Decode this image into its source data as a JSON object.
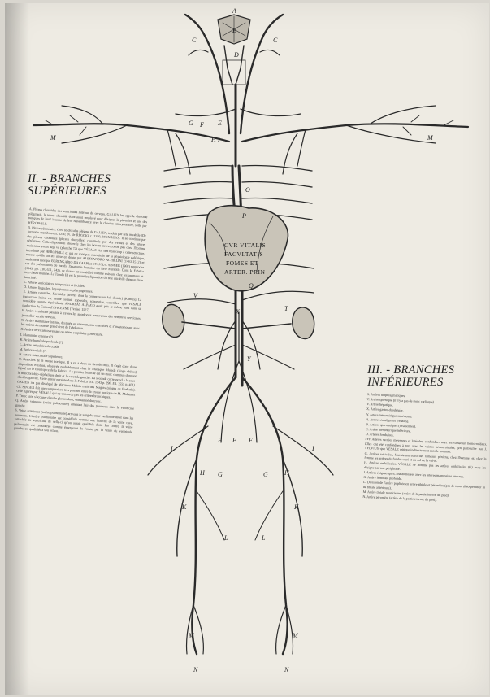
{
  "figure": {
    "heart_inscription": [
      "CVR VITALIS",
      "FACVLTATIS",
      "FOMES ET",
      "ARTER. PRIN"
    ],
    "labels": {
      "top_a": "A",
      "top_b": "B",
      "neck_c_left": "C",
      "neck_c_right": "C",
      "neck_d": "D",
      "arm_m_left": "M",
      "arm_m_right": "M",
      "e": "E",
      "f": "F",
      "g": "G",
      "h": "H",
      "i": "I",
      "o": "O",
      "p": "P",
      "q": "Q",
      "x": "X",
      "v": "V",
      "t": "T",
      "y": "Y",
      "h_left": "H",
      "h_right": "H",
      "g_left": "G",
      "g_right": "G",
      "f_left": "F",
      "f_mid": "F",
      "f_right": "F",
      "i_left": "I",
      "i_right": "I",
      "k_left": "K",
      "k_right": "K",
      "l_left": "L",
      "l_right": "L",
      "m_leg_left": "M",
      "m_leg_right": "M",
      "n_left": "N",
      "n_right": "N"
    }
  },
  "section_superior": {
    "heading": "II. - BRANCHES SUPÉRIEURES",
    "paragraphs": [
      "A. Plexus choroïdes des ventricules latéraux du cerveau. GALIEN les appelle choroïde plégmatis, le terme choroïde étant aussi employé pour désigner la pie-mère et une des tuniques de l'œil à cause de leur ressemblance avec le chorion embryonnaire, sorte par HÉROPHILE.",
      "B. Plexus réticulaire. C'est le dictulus plégma de GALIEN, traduit par rete mirabile (De formatio membrorum, 1250, N. de REGGIO c. 1350, MONDINO). Il se continue par des plexus choroïdes (plexus choroïdes) constitués par des veines et des artères cérébrales. Cette disposition observée chez les bovins ne rencontre pas chez l'homme mais nous avons déjà vu (planche 72) que VÉSALE s'en sert beaucoup à cette structure, introduite par HÉROPHILE et qui ne sont pas essentielle de la physiologie galénique, encore qu'elle ait été mise en doute par ALESSANDRO ACHILLINI (1463-1512) et seulement niée par BERENGARIO DA CARPI et SYLVIUS. SINGER (1968) rapproche sur des préparations de bœufs, l'anatomie humaine du Rete Mirabile. Dans la Fabrica (1543, pp. 310, 631, 642), ce réseau est considéré comme existant chez les animaux et non chez l'homme. La Tabula III est la première figuration du rete mirabile dans un livre imprimé.",
      "C. Artères auriculaires, temporales et faciales.",
      "D. Artères linguales, laryngiennes et pharyngiennes.",
      "E. Artères carotides. Karotides (artères dont la compression fait dormir) (Karotis). La traduction latine est venae somni, soporales, soporariae, carotides, que VÉSALE considère comme équivalents. ANDREAS ALPAGO avait pris le même parti dans sa traduction du Canon d'AVICENNE (Venise, 1527).",
      "F. Artère vertébrale passant à travers les apophyses transverses des vertèbres cervicales pour aller vers le cerveau.",
      "G. Artère mammaire interne, destinée au sternum, aux mamelles et s'anastomosant avec les artères du muscle grand droit de l'abdomen.",
      "H. Artère cervicale traversant ou artère scapulaire postérieure.",
      "I. Mammaire externe (?).",
      "K. Artère humérale profonde (?)",
      "L. Artère articulaire du coude.",
      "M. Artère radiale (?)",
      "N. Artère intercostale supérieure.",
      "O. Branches de la crosse aortique. Il y en a deux au lieu de trois. Il s'agit donc d'une disposition existant, observée probablement chez le Macaque Malada (singe rhésus) figuré sur le frontispice de la Fabrica. Le premier branche est un tronc commun donnant le tronc brachio-céphalique droit et la carotide gauche. La seconde correspond à la sous-clavière gauche. Cette erreur persiste dans la Fabrica (Ed. 1543 p. 290, Ed. 1555 p. 401). GALIEN n'a pas disséqué de Macaque Malata mais des Magots (singes de Barbarie). Ch. SINGER fait une comparaison très poussée entre la crosse aortique de M. Mulata et celle figurée par VÉSALE qui ne concorde pas les artères bronchiques.",
      "P. Tronc sans s'occuper dans le plexus droit, condamné du tronc.",
      "Q. Artère veineuse (veine pulmonaire) amenant l'air des poumons dans le ventricule gauche.",
      "S. Veine artérieuse (artère pulmonaire) arrivant le sang du cœur cardiaque droit dans les poumons. L'artère pulmonaire est considérée comme une branche de la veine cave, rattachée au ventricule de celle-ci qu'on aurait qualifiée droit. Par contre, la veine pulmonaire est considérée comme émergeant de l'aorte par la veine du ventricule gauche, est qualifiée à son action."
    ]
  },
  "section_inferior": {
    "heading": "III. - BRANCHES INFÉRIEURES",
    "paragraphs": [
      "S. Artères diaphragmatiques.",
      "T. Artère splénique (il n'y a pas de tronc cœliaque).",
      "V. Artère hépatique.",
      "X. Artère gastro-duodénale.",
      "Y. Artère mésentérique supérieure.",
      "A. Artères émulgentes (rénales).",
      "B. Artères spermatiques (ovariennes).",
      "C. Artère mésentérique inférieure.",
      "D. Artères lombaires.",
      "FFF Artères sacrées moyennes et latérales, confondues avec les vaisseaux hémorroïdaux. Elles ont été confondues à tort avec les veines hémorroïdales, (en particulier par J. SYLVIUS) que VÉSALE critique indirectement sans le nommer.",
      "G. Artères vésicales, fournissant aussi des rameaux péniens, chez l'homme, et, chez la femme les artères du fundus uteri et du col de la vulve.",
      "H. Artères ombilicales. VÉSALE ne nomme pas les artères ombilicales (G) mais les désigne par une périphrase.",
      "I. Artères épigastriques, anastomosées avec les artères mammaires internes.",
      "K. Artère fémorale profonde.",
      "L. Division de l'artère poplitée en artère tibiale et péronière (pas de tronc tibio-péronier ni de tibiale antérieure).",
      "M. Artère tibiale postérieure, (artère de la partie interne du pied).",
      "N. Artère péronière (artère de la partie externe du pied)."
    ]
  }
}
